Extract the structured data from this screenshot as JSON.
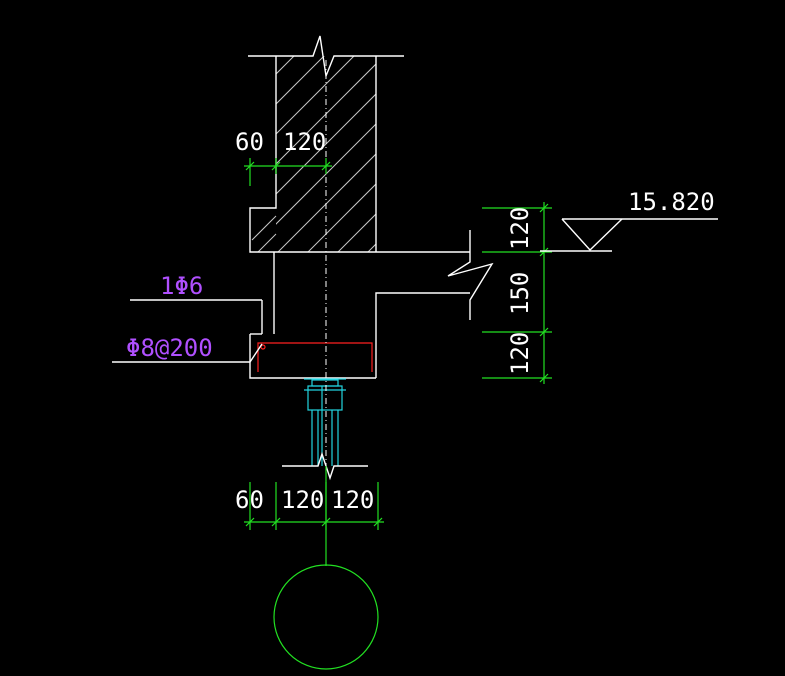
{
  "drawing": {
    "elevation_label": "15.820",
    "rebar_top": "1Φ6",
    "rebar_stirrup": "Φ8@200",
    "dims_top": [
      "60",
      "120"
    ],
    "dims_bottom": [
      "60",
      "120",
      "120"
    ],
    "dims_right": [
      "120",
      "150",
      "120"
    ]
  },
  "colors": {
    "background": "#000000",
    "outline": "#ffffff",
    "dimension": "#22e022",
    "rebar": "#ff2020",
    "steel": "#22d4e0",
    "annotation": "#b050ff"
  }
}
